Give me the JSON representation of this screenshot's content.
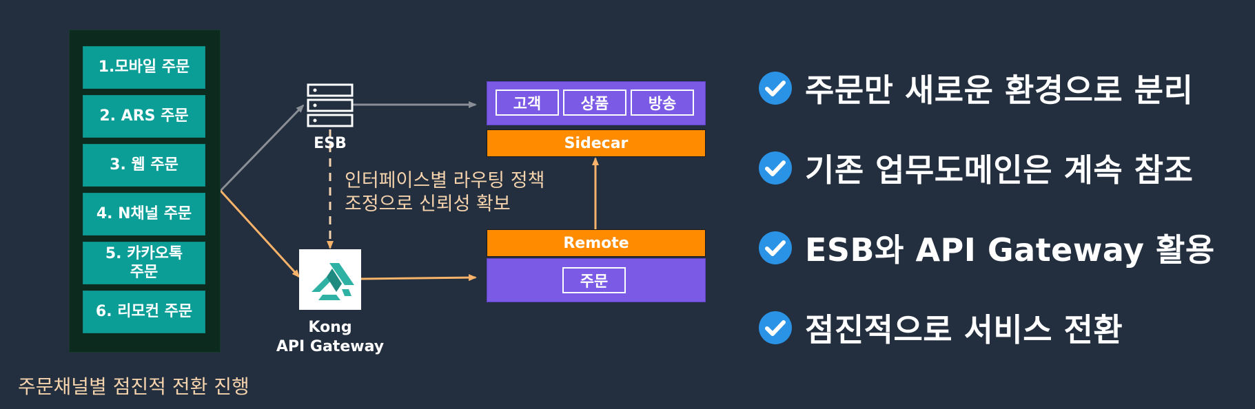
{
  "channels": [
    {
      "label": "1.모바일 주문"
    },
    {
      "label": "2. ARS 주문"
    },
    {
      "label": "3. 웹 주문"
    },
    {
      "label": "4. N채널 주문"
    },
    {
      "label": "5. 카카오톡\n주문"
    },
    {
      "label": "6. 리모컨 주문"
    }
  ],
  "caption": "주문채널별 점진적 전환 진행",
  "esb_label": "ESB",
  "kong_label": "Kong\nAPI Gateway",
  "note_line1": "인터페이스별 라우팅 정책",
  "note_line2": "조정으로 신뢰성 확보",
  "legacy_services": [
    "고객",
    "상품",
    "방송"
  ],
  "sidecar_label": "Sidecar",
  "remote_label": "Remote",
  "order_service": "주문",
  "bullets": [
    "주문만 새로운 환경으로 분리",
    "기존 업무도메인은 계속 참조",
    "ESB와 API Gateway 활용",
    "점진적으로 서비스 전환"
  ],
  "colors": {
    "background": "#232f3e",
    "channel_teal": "#0a9e96",
    "service_purple": "#7b5ae6",
    "sidecar_orange": "#ff8c00",
    "arrow_gray": "#8a8f96",
    "arrow_peach": "#f8b36a",
    "check_blue": "#2a93e6"
  },
  "icons": [
    "server-stack-icon",
    "kong-logo-icon",
    "check-circle-icon"
  ]
}
